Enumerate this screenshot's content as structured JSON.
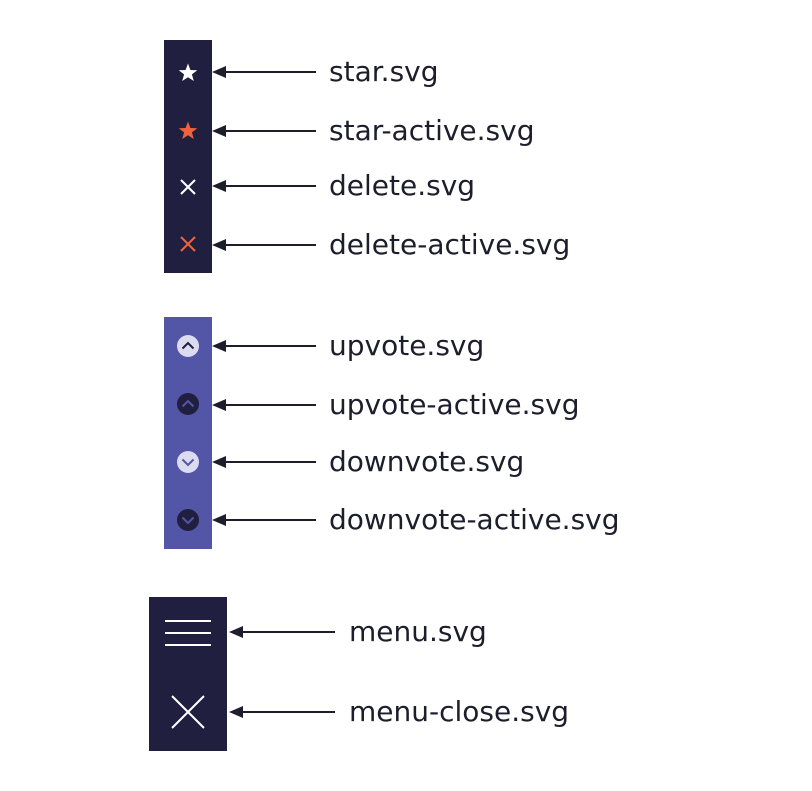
{
  "colors": {
    "dark_panel": "#201f3f",
    "purple_panel": "#5356a6",
    "accent": "#f0623c",
    "icon_light": "#ffffff",
    "vote_light": "#dcdcf0",
    "vote_dark": "#201f3f",
    "text": "#1d1d2c"
  },
  "groups": [
    {
      "panel": "dark",
      "items": [
        {
          "icon": "star-icon",
          "label": "star.svg"
        },
        {
          "icon": "star-active-icon",
          "label": "star-active.svg"
        },
        {
          "icon": "delete-icon",
          "label": "delete.svg"
        },
        {
          "icon": "delete-active-icon",
          "label": "delete-active.svg"
        }
      ]
    },
    {
      "panel": "purple",
      "items": [
        {
          "icon": "upvote-icon",
          "label": "upvote.svg"
        },
        {
          "icon": "upvote-active-icon",
          "label": "upvote-active.svg"
        },
        {
          "icon": "downvote-icon",
          "label": "downvote.svg"
        },
        {
          "icon": "downvote-active-icon",
          "label": "downvote-active.svg"
        }
      ]
    },
    {
      "panel": "dark",
      "items": [
        {
          "icon": "menu-icon",
          "label": "menu.svg"
        },
        {
          "icon": "menu-close-icon",
          "label": "menu-close.svg"
        }
      ]
    }
  ]
}
